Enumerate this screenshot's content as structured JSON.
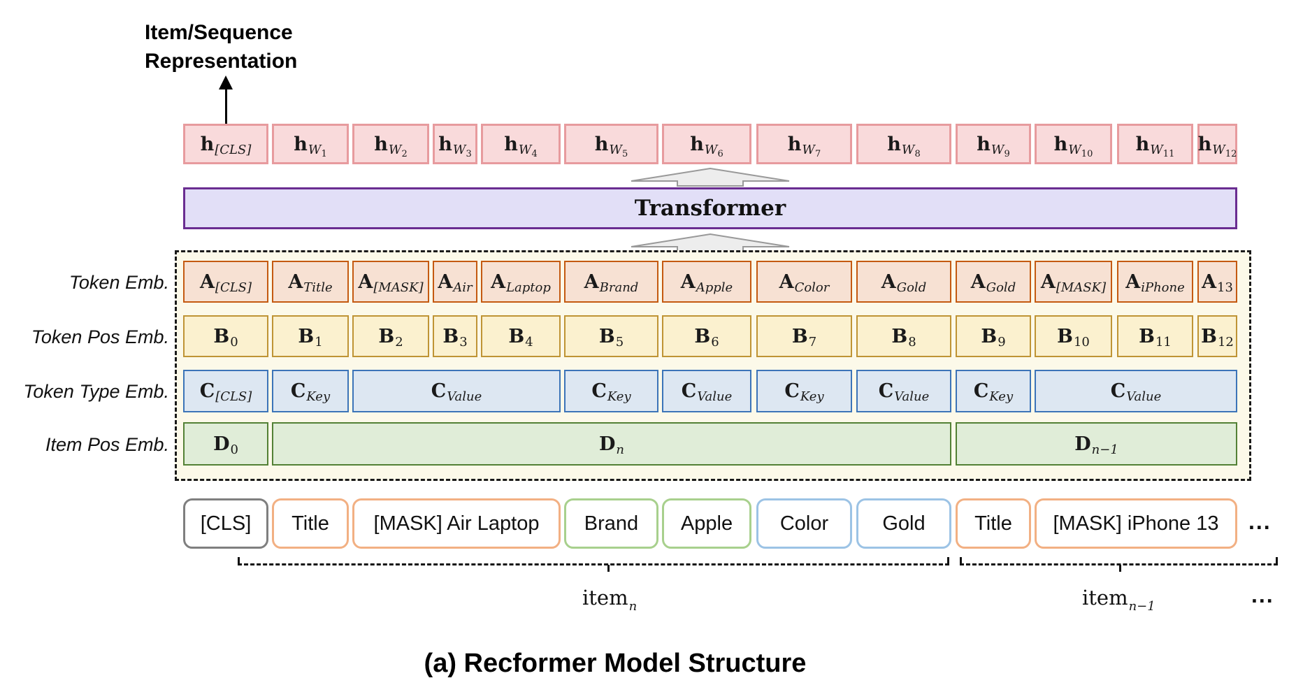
{
  "header": {
    "representation_label": "Item/Sequence Representation"
  },
  "hidden_row": {
    "cells": [
      {
        "base": "h",
        "sub": "[CLS]",
        "subsub": ""
      },
      {
        "base": "h",
        "sub": "W",
        "subsub": "1"
      },
      {
        "base": "h",
        "sub": "W",
        "subsub": "2"
      },
      {
        "base": "h",
        "sub": "W",
        "subsub": "3"
      },
      {
        "base": "h",
        "sub": "W",
        "subsub": "4"
      },
      {
        "base": "h",
        "sub": "W",
        "subsub": "5"
      },
      {
        "base": "h",
        "sub": "W",
        "subsub": "6"
      },
      {
        "base": "h",
        "sub": "W",
        "subsub": "7"
      },
      {
        "base": "h",
        "sub": "W",
        "subsub": "8"
      },
      {
        "base": "h",
        "sub": "W",
        "subsub": "9"
      },
      {
        "base": "h",
        "sub": "W",
        "subsub": "10"
      },
      {
        "base": "h",
        "sub": "W",
        "subsub": "11"
      },
      {
        "base": "h",
        "sub": "W",
        "subsub": "12"
      }
    ]
  },
  "transformer": {
    "label": "Transformer"
  },
  "embedding_panel": {
    "row_labels": [
      "Token Emb.",
      "Token Pos Emb.",
      "Token Type Emb.",
      "Item Pos Emb."
    ],
    "token_emb": {
      "cells": [
        {
          "base": "A",
          "sub": "[CLS]"
        },
        {
          "base": "A",
          "sub": "Title"
        },
        {
          "base": "A",
          "sub": "[MASK]"
        },
        {
          "base": "A",
          "sub": "Air"
        },
        {
          "base": "A",
          "sub": "Laptop"
        },
        {
          "base": "A",
          "sub": "Brand"
        },
        {
          "base": "A",
          "sub": "Apple"
        },
        {
          "base": "A",
          "sub": "Color"
        },
        {
          "base": "A",
          "sub": "Gold"
        },
        {
          "base": "A",
          "sub": "Gold"
        },
        {
          "base": "A",
          "sub": "[MASK]"
        },
        {
          "base": "A",
          "sub": "iPhone"
        },
        {
          "base": "A",
          "sub": "13"
        }
      ]
    },
    "token_pos_emb": {
      "cells": [
        {
          "base": "B",
          "sub": "0"
        },
        {
          "base": "B",
          "sub": "1"
        },
        {
          "base": "B",
          "sub": "2"
        },
        {
          "base": "B",
          "sub": "3"
        },
        {
          "base": "B",
          "sub": "4"
        },
        {
          "base": "B",
          "sub": "5"
        },
        {
          "base": "B",
          "sub": "6"
        },
        {
          "base": "B",
          "sub": "7"
        },
        {
          "base": "B",
          "sub": "8"
        },
        {
          "base": "B",
          "sub": "9"
        },
        {
          "base": "B",
          "sub": "10"
        },
        {
          "base": "B",
          "sub": "11"
        },
        {
          "base": "B",
          "sub": "12"
        }
      ]
    },
    "token_type_emb": {
      "cells": [
        {
          "base": "C",
          "sub": "[CLS]"
        },
        {
          "base": "C",
          "sub": "Key"
        },
        {
          "base": "C",
          "sub": "Value"
        },
        {
          "base": "C",
          "sub": "Key"
        },
        {
          "base": "C",
          "sub": "Value"
        },
        {
          "base": "C",
          "sub": "Key"
        },
        {
          "base": "C",
          "sub": "Value"
        },
        {
          "base": "C",
          "sub": "Key"
        },
        {
          "base": "C",
          "sub": "Value"
        }
      ]
    },
    "item_pos_emb": {
      "cells": [
        {
          "base": "D",
          "sub": "0"
        },
        {
          "base": "D",
          "sub": "n"
        },
        {
          "base": "D",
          "sub": "n−1"
        }
      ]
    }
  },
  "input_row": {
    "cells": [
      {
        "label": "[CLS]"
      },
      {
        "label": "Title"
      },
      {
        "label": "[MASK] Air Laptop"
      },
      {
        "label": "Brand"
      },
      {
        "label": "Apple"
      },
      {
        "label": "Color"
      },
      {
        "label": "Gold"
      },
      {
        "label": "Title"
      },
      {
        "label": "[MASK] iPhone 13"
      }
    ],
    "ellipsis": "..."
  },
  "braces": {
    "item_n": {
      "base": "item",
      "sub": "n"
    },
    "item_n_minus_1": {
      "base": "item",
      "sub": "n−1"
    },
    "ellipsis": "..."
  },
  "caption": "(a) Recformer Model Structure",
  "colors": {
    "hidden_fill": "#F9DADB",
    "hidden_border": "#E79B9E",
    "transformer_fill": "#E2DFF7",
    "transformer_border": "#6A2D91",
    "panel_fill": "#FCF9E9",
    "token_emb_fill": "#F7E1D3",
    "token_emb_border": "#C45A11",
    "token_pos_fill": "#FBF1CF",
    "token_pos_border": "#BF9435",
    "token_type_fill": "#DDE7F2",
    "token_type_border": "#3C74B8",
    "item_pos_fill": "#E0EDD8",
    "item_pos_border": "#538135",
    "word_gray": "#7F7F7F",
    "word_orange": "#F2B083",
    "word_green": "#A8D08D",
    "word_blue": "#9CC3E5",
    "arrow_fill": "#EDEDED",
    "arrow_stroke": "#999999"
  }
}
